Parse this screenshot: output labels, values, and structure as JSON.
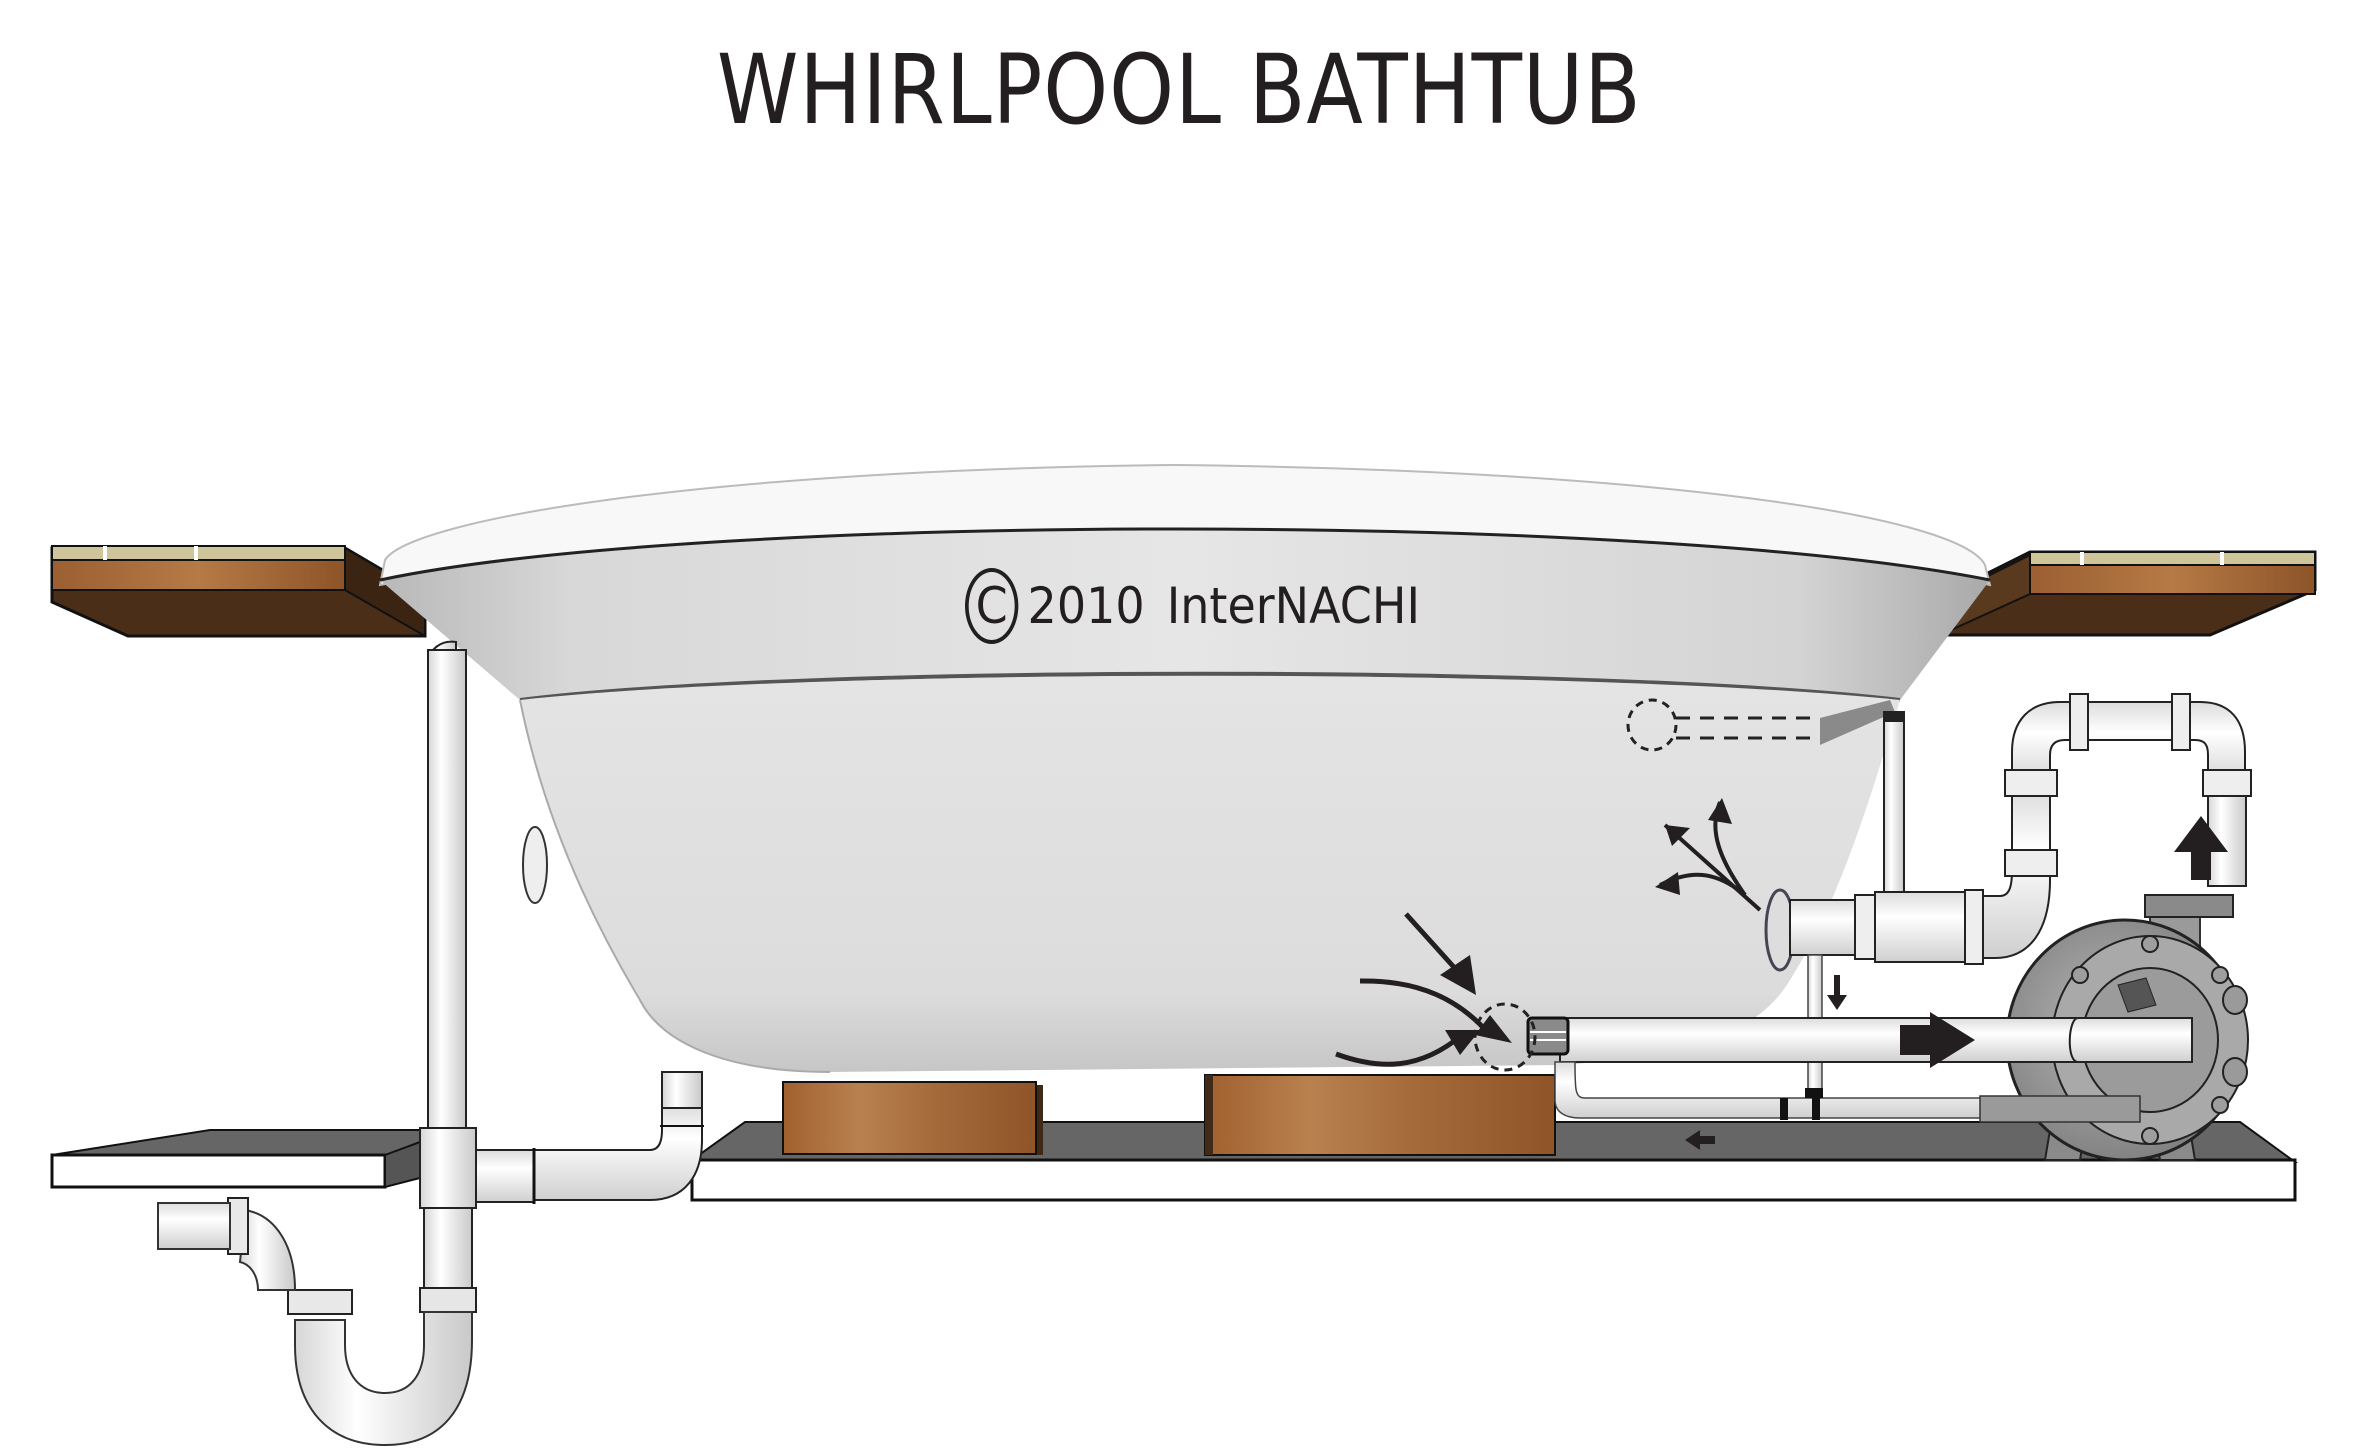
{
  "diagram": {
    "title": "WHIRLPOOL BATHTUB",
    "copyright": {
      "symbol": "C",
      "year": "2010",
      "owner": "InterNACHI"
    },
    "components": [
      {
        "id": "bathtub",
        "label": "whirlpool tub shell"
      },
      {
        "id": "deck-left",
        "label": "wood deck (left)"
      },
      {
        "id": "deck-right",
        "label": "wood deck (right)"
      },
      {
        "id": "overflow-drain",
        "label": "overflow / drain riser"
      },
      {
        "id": "p-trap",
        "label": "P-trap"
      },
      {
        "id": "suction-fitting",
        "label": "suction fitting"
      },
      {
        "id": "return-jet",
        "label": "return jet"
      },
      {
        "id": "air-intake",
        "label": "air control line"
      },
      {
        "id": "pump",
        "label": "circulation pump"
      },
      {
        "id": "supports",
        "label": "wood support blocks"
      },
      {
        "id": "subfloor",
        "label": "subfloor platform"
      }
    ],
    "flow_arrows": [
      {
        "id": "suction-in",
        "direction": "into suction fitting"
      },
      {
        "id": "to-pump",
        "direction": "right"
      },
      {
        "id": "pump-out",
        "direction": "up"
      },
      {
        "id": "jet-out",
        "direction": "spray into tub"
      },
      {
        "id": "drain-down",
        "direction": "down"
      },
      {
        "id": "return-left",
        "direction": "left"
      }
    ],
    "colors": {
      "ink": "#231f20",
      "tub_light": "#f2f2f2",
      "tub_mid": "#d9d9d9",
      "wood_top": "#cfc59a",
      "wood_side": "#a8693a",
      "wood_dark": "#4a2e18",
      "floor_top": "#666666",
      "pump_gray": "#9a9a9a"
    }
  }
}
